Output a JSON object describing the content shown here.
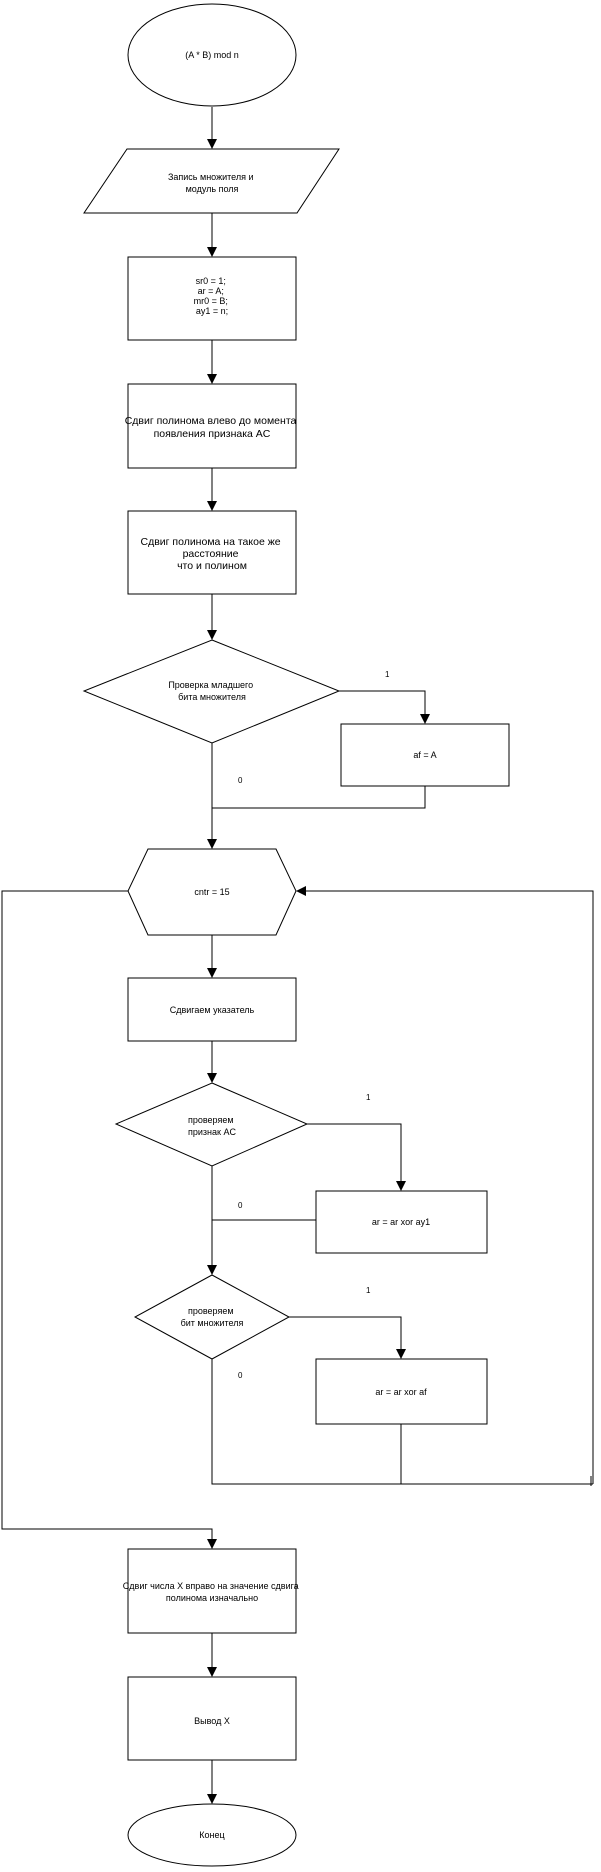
{
  "nodes": {
    "start": [
      "(A * B) mod n"
    ],
    "input": [
      "Запись множителя и",
      "модуль поля"
    ],
    "init": [
      "sr0 = 1;",
      "ar = A;",
      "mr0 = B;",
      "ay1 = n;"
    ],
    "shift_left": [
      "Сдвиг полинома влево до момента",
      "появления признака AC"
    ],
    "shift_same": [
      "Сдвиг полинома на такое же",
      "расстояние",
      "что и полином"
    ],
    "check_low_bit": [
      "Проверка младшего",
      "бита множителя"
    ],
    "assign_af": [
      "af = A"
    ],
    "loop": [
      "cntr = 15"
    ],
    "shift_ptr": [
      "Сдвигаем указатель"
    ],
    "check_ac": [
      "проверяем",
      "признак AC"
    ],
    "xor_ay1": [
      "ar = ar xor ay1"
    ],
    "check_bit": [
      "проверяем",
      "бит множителя"
    ],
    "xor_af": [
      "ar = ar xor af"
    ],
    "shift_right": [
      "Сдвиг числа X вправо на значение сдвига",
      "полинома изначально"
    ],
    "output": [
      "Вывод X"
    ],
    "end": [
      "Конец"
    ]
  },
  "branch_labels": {
    "low_bit_true": "1",
    "low_bit_false": "0",
    "ac_true": "1",
    "ac_false": "0",
    "bit_true": "1",
    "bit_false": "0"
  }
}
